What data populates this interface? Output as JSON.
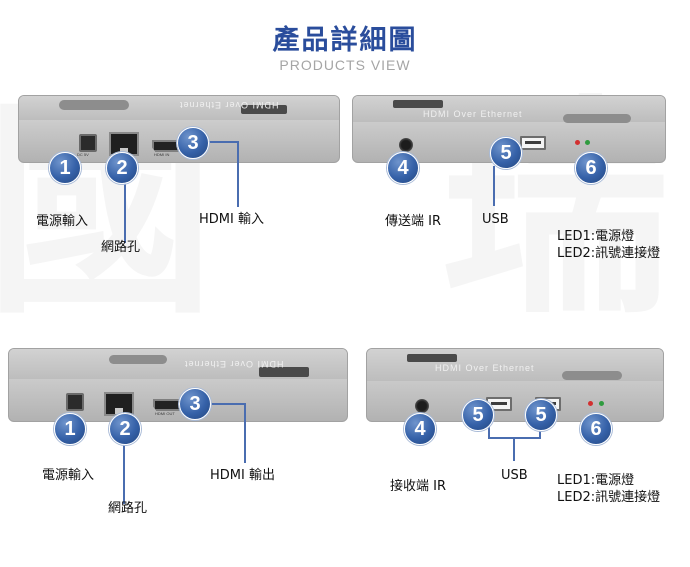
{
  "header": {
    "title": "產品詳細圖",
    "subtitle": "PRODUCTS VIEW"
  },
  "sender": {
    "box_text": "HDMI Over Ethernet",
    "port_labels": {
      "dc": "DC 5V",
      "hdmi": "HDMI IN"
    },
    "callouts": {
      "power": {
        "num": "1",
        "label": "電源輸入"
      },
      "network": {
        "num": "2",
        "label": "網路孔"
      },
      "hdmi": {
        "num": "3",
        "label": "HDMI 輸入"
      }
    }
  },
  "sender_front": {
    "box_text": "HDMI Over Ethernet",
    "callouts": {
      "ir": {
        "num": "4",
        "label": "傳送端 IR"
      },
      "usb": {
        "num": "5",
        "label": "USB"
      },
      "led": {
        "num": "6",
        "label1": "LED1:電源燈",
        "label2": "LED2:訊號連接燈"
      }
    }
  },
  "receiver": {
    "box_text": "HDMI Over Ethernet",
    "port_labels": {
      "hdmi": "HDMI OUT"
    },
    "callouts": {
      "power": {
        "num": "1",
        "label": "電源輸入"
      },
      "network": {
        "num": "2",
        "label": "網路孔"
      },
      "hdmi": {
        "num": "3",
        "label": "HDMI 輸出"
      }
    }
  },
  "receiver_front": {
    "box_text": "HDMI Over Ethernet",
    "callouts": {
      "ir": {
        "num": "4",
        "label": "接收端 IR"
      },
      "usb_a": {
        "num": "5"
      },
      "usb_b": {
        "num": "5",
        "label": "USB"
      },
      "led": {
        "num": "6",
        "label1": "LED1:電源燈",
        "label2": "LED2:訊號連接燈"
      }
    }
  },
  "colors": {
    "title": "#2a4d9c",
    "badge": "#3561a8",
    "leader_line": "#4a6db0",
    "led_red": "#d23030",
    "led_green": "#2f9b3f"
  },
  "icons": [
    "dc-jack-icon",
    "rj45-port-icon",
    "hdmi-port-icon",
    "usb-port-icon",
    "ir-receiver-icon",
    "led-icon"
  ]
}
